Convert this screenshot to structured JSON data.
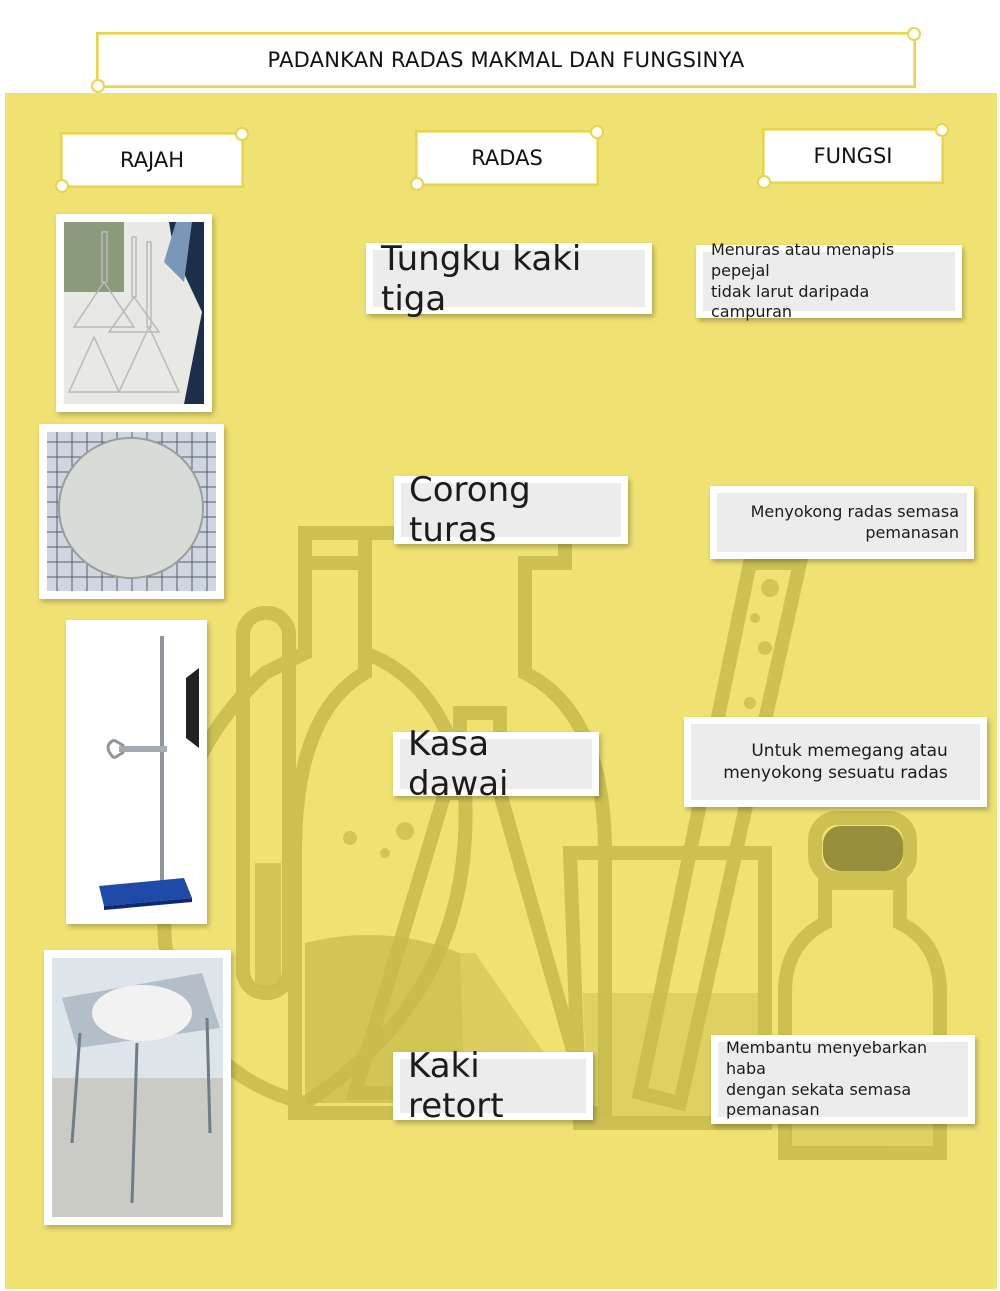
{
  "title": "PADANKAN RADAS MAKMAL DAN FUNGSINYA",
  "headers": {
    "rajah": "RAJAH",
    "radas": "RADAS",
    "fungsi": "FUNGSI"
  },
  "radas": [
    "Tungku kaki tiga",
    "Corong turas",
    "Kasa dawai",
    "Kaki retort"
  ],
  "fungsi": [
    {
      "lines": [
        "Menuras atau menapis pepejal",
        "tidak larut daripada  campuran"
      ],
      "align": "left"
    },
    {
      "lines": [
        "Menyokong  radas semasa",
        "pemanasan"
      ],
      "align": "right"
    },
    {
      "lines": [
        "Untuk memegang atau",
        "menyokong  sesuatu radas"
      ],
      "align": "center"
    },
    {
      "lines": [
        "Membantu menyebarkan haba",
        "dengan sekata semasa",
        "pemanasan"
      ],
      "align": "left"
    }
  ],
  "rajah": [
    "filter-funnels-photo",
    "wire-gauze-photo",
    "retort-stand-photo",
    "tripod-stand-photo"
  ],
  "colors": {
    "panel": "#f0e272",
    "scroll_border": "#e8d44a",
    "silhouette": "#c9bd52"
  }
}
